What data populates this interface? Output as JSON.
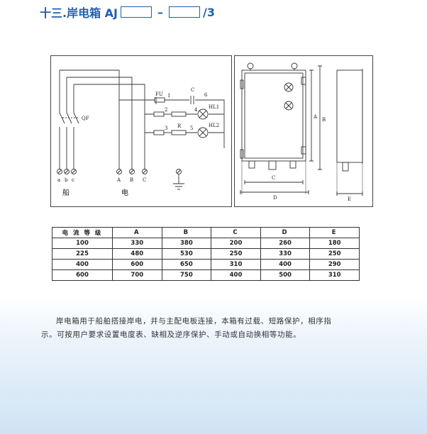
{
  "title": {
    "prefix": "十三.岸电箱 AJ",
    "sep": "–",
    "suffix": "/3"
  },
  "schematic": {
    "labels": {
      "fu": "FU",
      "n1": "1",
      "c": "C",
      "n6": "6",
      "n4": "4",
      "n2": "2",
      "hl1": "HL1",
      "n3": "3",
      "r": "R",
      "n5": "5",
      "hl2": "HL2",
      "qf": "QF",
      "ta": "a",
      "tb": "b",
      "tc": "c",
      "tA": "A",
      "tB": "B",
      "tC": "C",
      "ship": "船",
      "shore": "电"
    }
  },
  "outline": {
    "labels": {
      "a": "A",
      "b": "B",
      "c": "C",
      "d": "D",
      "e": "E"
    }
  },
  "table": {
    "headers": [
      "电 流 等 级",
      "A",
      "B",
      "C",
      "D",
      "E"
    ],
    "rows": [
      [
        "100",
        "330",
        "380",
        "200",
        "260",
        "180"
      ],
      [
        "225",
        "480",
        "530",
        "250",
        "330",
        "250"
      ],
      [
        "400",
        "600",
        "650",
        "310",
        "400",
        "290"
      ],
      [
        "600",
        "700",
        "750",
        "400",
        "500",
        "310"
      ]
    ]
  },
  "description": {
    "line1": "岸电箱用于船舶搭接岸电，并与主配电板连接，本箱有过载、短路保护，相序指",
    "line2": "示。可按用户要求设置电度表、缺相及逆序保护、手动或自动换相等功能。"
  },
  "colors": {
    "title": "#1f5fb0"
  }
}
